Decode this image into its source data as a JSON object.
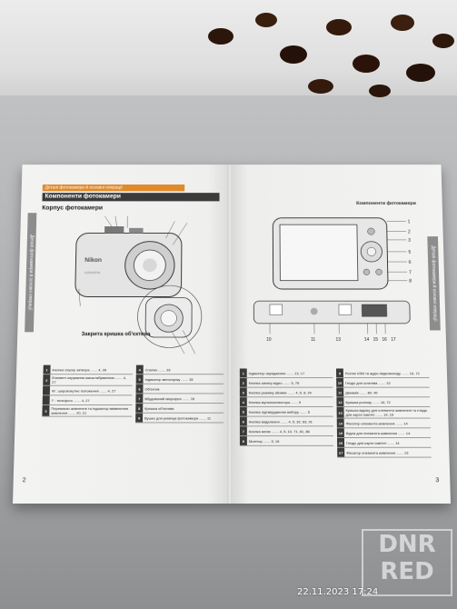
{
  "left_page": {
    "tag": "Деталі фотокамери й основні операції",
    "header": "Компоненти фотокамери",
    "subhead": "Корпус фотокамери",
    "side_tab": "Деталі фотокамери й основні операції",
    "lens_caption": "Закрита кришка об'єктива",
    "page_number": "2",
    "legend_col1": [
      {
        "n": "1",
        "text": "Кнопка спуску затвора ....... 4, 28"
      },
      {
        "n": "2",
        "text": "Елемент керування масштабуванням ....... 4, 27"
      },
      {
        "n": "",
        "text": "W : ширококутне положення ....... 4, 27"
      },
      {
        "n": "",
        "text": "T : телефото ....... 4, 27"
      },
      {
        "n": "3",
        "text": "Перемикач живлення та індикатор ввімкнення живлення ....... 20, 21"
      }
    ],
    "legend_col2": [
      {
        "n": "4",
        "text": "Спалах ....... 33"
      },
      {
        "n": "5",
        "text": "Індикатор автоспуску ....... 35"
      },
      {
        "n": "6",
        "text": "Об'єктив"
      },
      {
        "n": "7",
        "text": "Вбудований мікрофон ....... 78"
      },
      {
        "n": "8",
        "text": "Кришка об'єктива"
      },
      {
        "n": "9",
        "text": "Вушко для ремінця фотокамери ....... 11"
      }
    ]
  },
  "right_page": {
    "header": "Компоненти фотокамери",
    "page_number": "3",
    "legend_col1": [
      {
        "n": "1",
        "text": "Індикатор зарядження ....... 13, 17"
      },
      {
        "n": "2",
        "text": "Кнопка запису відео ....... 5, 78"
      },
      {
        "n": "3",
        "text": "Кнопка режиму зйомки ....... 4, 5, 8, 24"
      },
      {
        "n": "4",
        "text": "Кнопка мультиселектора ....... 9"
      },
      {
        "n": "5",
        "text": "Кнопка підтвердження вибору ....... 5"
      },
      {
        "n": "6",
        "text": "Кнопка видалення ....... 4, 5, 32, 83, 91"
      },
      {
        "n": "7",
        "text": "Кнопка меню ....... 4, 5, 10, 71, 81, 86"
      },
      {
        "n": "8",
        "text": "Монітор ....... 5, 16"
      }
    ],
    "legend_col2": [
      {
        "n": "9",
        "text": "Роз'єм USB та аудіо-/відеовиходу ....... 16, 72"
      },
      {
        "n": "10",
        "text": "Гніздо для штатива ....... 10"
      },
      {
        "n": "11",
        "text": "Динамік ....... 80, 90"
      },
      {
        "n": "12",
        "text": "Кришка роз'єму ....... 16, 72"
      },
      {
        "n": "13",
        "text": "Кришка відсіку для елемента живлення та гнізда для карти пам'яті ....... 14, 15"
      },
      {
        "n": "14",
        "text": "Фіксатор елемента живлення ....... 14"
      },
      {
        "n": "15",
        "text": "Відсік для елемента живлення ....... 14"
      },
      {
        "n": "16",
        "text": "Гніздо для карти пам'яті ....... 14"
      },
      {
        "n": "17",
        "text": "Фіксатор елемента живлення ....... 15"
      }
    ]
  },
  "overlay": {
    "watermark": "DNR\nRED",
    "timestamp": "22.11.2023 17:24"
  }
}
